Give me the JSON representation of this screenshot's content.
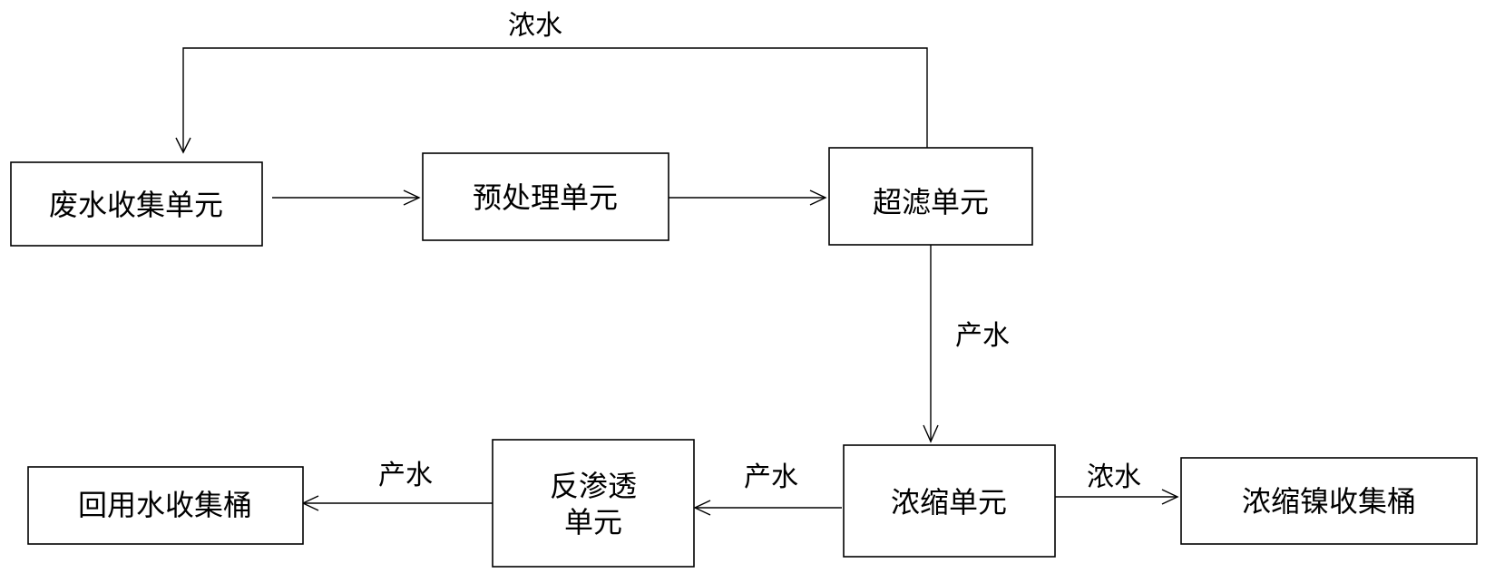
{
  "nodes": {
    "wastewater_collection": "废水收集单元",
    "pretreatment": "预处理单元",
    "ultrafiltration": "超滤单元",
    "concentration": "浓缩单元",
    "reverse_osmosis_line1": "反渗透",
    "reverse_osmosis_line2": "单元",
    "reuse_water_bucket": "回用水收集桶",
    "concentrated_nickel_bucket": "浓缩镍收集桶"
  },
  "edge_labels": {
    "uf_concentrate_return": "浓水",
    "uf_permeate": "产水",
    "concentration_product": "产水",
    "ro_product": "产水",
    "concentration_concentrate": "浓水"
  },
  "colors": {
    "line": "#000000",
    "background": "#ffffff"
  }
}
